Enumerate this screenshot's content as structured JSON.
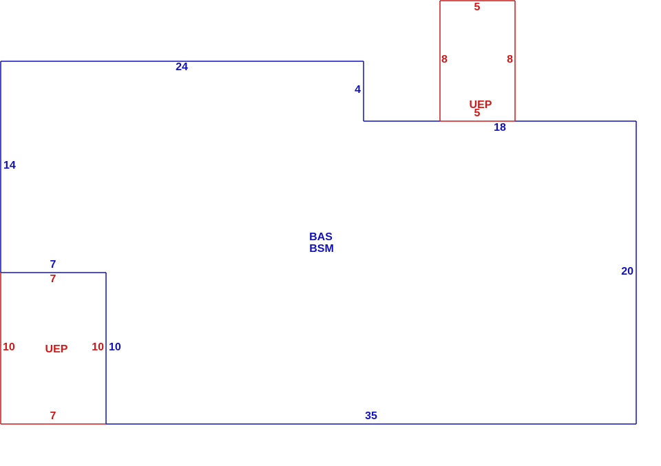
{
  "colors": {
    "main_outline": "#1010c0",
    "addition_outline": "#d01818"
  },
  "main_area": {
    "codes": [
      "BAS",
      "BSM"
    ],
    "dimensions": {
      "top_left": "24",
      "left": "14",
      "step_down": "4",
      "top_right": "18",
      "right": "20",
      "bottom": "35",
      "notch_top": "7",
      "notch_side": "10"
    }
  },
  "porch_top": {
    "code": "UEP",
    "dimensions": {
      "top": "5",
      "left": "8",
      "right": "8",
      "bottom": "5"
    }
  },
  "porch_bottom_left": {
    "code": "UEP",
    "dimensions": {
      "top": "7",
      "left": "10",
      "right": "10",
      "bottom": "7"
    }
  }
}
